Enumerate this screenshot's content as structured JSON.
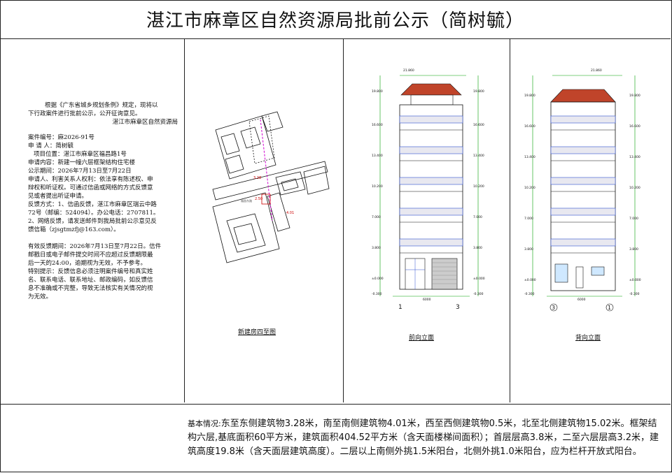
{
  "title": "湛江市麻章区自然资源局批前公示（简树毓）",
  "notice": {
    "intro1": "根据《广东省城乡规划条例》规定，现将以",
    "intro2": "下行政案件进行批前公示，公开征询意见。",
    "org": "湛江市麻章区自然资源局",
    "case_no": "案件编号：麻2026-91号",
    "applicant": "申 请 人：简树毓",
    "location": "项目位置：湛江市麻章区福昌路1号",
    "content": "申请内容：新建一幢六层框架结构住宅楼",
    "period": "公示期间：2026年7月13日至7月22日",
    "rights1": "申请人、利害关系人权利：依法享有陈述权、申",
    "rights2": "辩权和听证权。可通过信函或网络的方式反馈意",
    "rights3": "见或者提出听证申请。",
    "fb1": "反馈方式：1、信函反馈，湛江市麻章区瑞云中路",
    "fb2": "72号（邮编：524094）。办公电话：2707811。",
    "fb3": "2、网络反馈，请发送邮件到我局批前公示意见反",
    "fb4": "馈信箱（zjsgtmzfj@163.com）。",
    "dl1": "有效反馈期间：2026年7月13日至7月22日。信件",
    "dl2": "邮戳日或电子邮件提交时间不应超过反馈期限最",
    "dl3": "后一天的24:00，逾期视为无效，不予参考。",
    "dl4": "特别提示：反馈信息必须注明案件编号和真实姓",
    "dl5": "名、联系电话、联系地址、邮政编码，如反馈信",
    "dl6": "息不准确或不完整，导致无法核实有关情况的视",
    "dl7": "为无效。"
  },
  "captions": {
    "site": "新建房四至图",
    "front": "前向立面",
    "back": "背向立面"
  },
  "elev": {
    "levels": [
      "±0.000",
      "3.800",
      "7.000",
      "10.200",
      "13.400",
      "16.600",
      "19.800"
    ],
    "bottom": "-0.300",
    "width": "6000",
    "top_dim": "21.860",
    "axis_front_l": "1",
    "axis_front_r": "3",
    "axis_back_l": "3",
    "axis_back_r": "1"
  },
  "basic": {
    "label": "基本情况:",
    "text": "东至东侧建筑物3.28米，南至南侧建筑物4.01米，西至西侧建筑物0.5米，北至北侧建筑物15.02米。框架结构六层,基底面积60平方米，建筑面积404.52平方米（含天面楼梯间面积）；首层层高3.8米，二至六层层高3.2米，建筑高度19.8米（含天面层建筑高度）。二层以上南侧外挑1.5米阳台，北侧外挑1.0米阳台，应为栏杆开放式阳台。"
  },
  "colors": {
    "roof": "#c0442a",
    "dim_green": "#00a000",
    "magenta": "#d000d0",
    "blue": "#3050d0"
  }
}
